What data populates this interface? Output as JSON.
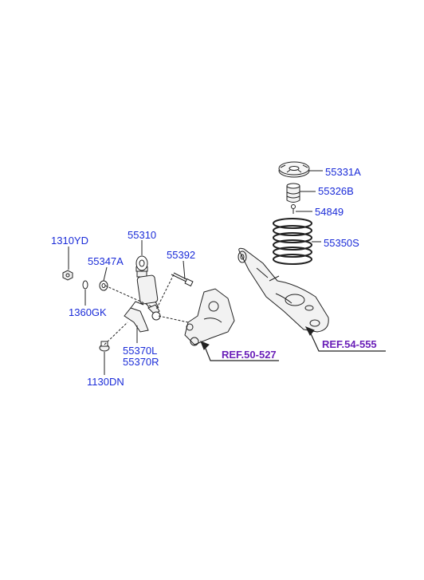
{
  "colors": {
    "part_label": "#1a2bd8",
    "ref_label": "#6a1fb8",
    "line": "#222222",
    "part_fill": "#f2f2f2"
  },
  "parts": {
    "p55331A": "55331A",
    "p55326B": "55326B",
    "p54849": "54849",
    "p55350S": "55350S",
    "p55310": "55310",
    "p1310YD": "1310YD",
    "p55347A": "55347A",
    "p55392": "55392",
    "p1360GK": "1360GK",
    "p55370L": "55370L",
    "p55370R": "55370R",
    "p1130DN": "1130DN"
  },
  "refs": {
    "r50527": "REF.50-527",
    "r54555": "REF.54-555"
  }
}
